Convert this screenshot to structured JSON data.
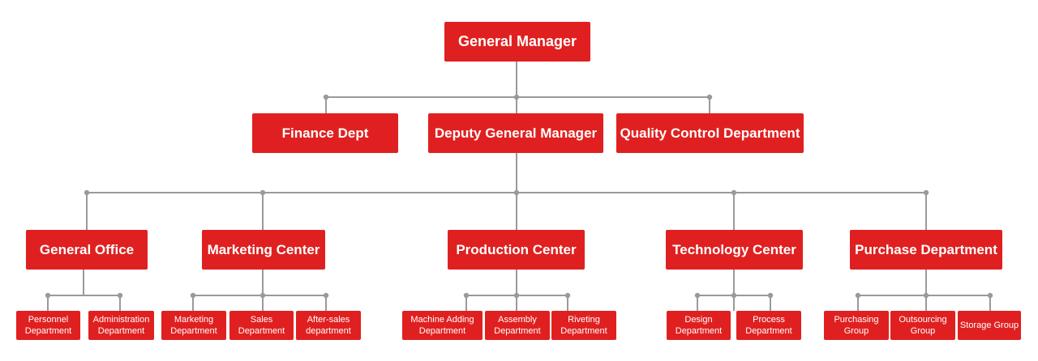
{
  "colors": {
    "box": "#e02020",
    "text": "#ffffff",
    "line": "#9a9a9a"
  },
  "org": {
    "root": {
      "label": "General Manager"
    },
    "level2": [
      {
        "label": "Finance Dept"
      },
      {
        "label": "Deputy General Manager"
      },
      {
        "label": "Quality Control Department"
      }
    ],
    "level3": [
      {
        "label": "General Office",
        "children": [
          "Personnel Department",
          "Administration Department"
        ]
      },
      {
        "label": "Marketing Center",
        "children": [
          "Marketing Department",
          "Sales Department",
          "After-sales department"
        ]
      },
      {
        "label": "Production Center",
        "children": [
          "Machine Adding Department",
          "Assembly Department",
          "Riveting Department"
        ]
      },
      {
        "label": "Technology Center",
        "children": [
          "Design Department",
          "Process Department"
        ]
      },
      {
        "label": "Purchase Department",
        "children": [
          "Purchasing Group",
          "Outsourcing Group",
          "Storage Group"
        ]
      }
    ]
  }
}
